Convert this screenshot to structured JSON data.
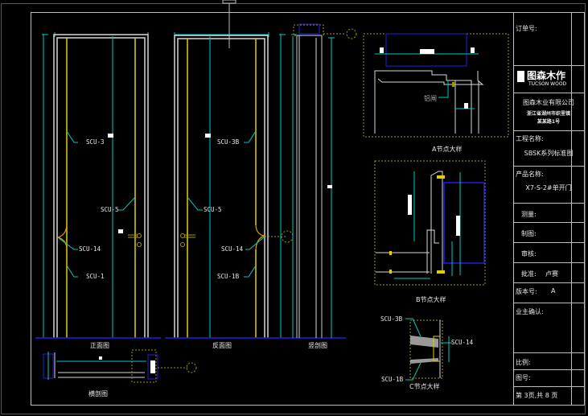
{
  "drawing": {
    "views": {
      "front": "正面图",
      "back": "反面图",
      "section_vertical": "竖剖图",
      "section_horizontal": "横剖图"
    },
    "details": {
      "a": "A节点大样",
      "b": "B节点大样",
      "c": "C节点大样",
      "a_note": "铝闸"
    },
    "front_tags": [
      "SCU-3",
      "SCU-5",
      "SCU-14",
      "SCU-1"
    ],
    "back_tags": [
      "SCU-3B",
      "SCU-5",
      "SCU-14",
      "SCU-1B"
    ],
    "c_tags": {
      "top": "SCU-3B",
      "bottom": "SCU-1B",
      "right": "SCU-14"
    },
    "colors": {
      "cyan": "#00c8c8",
      "yellow": "#e0d000",
      "blue": "#2020e0",
      "white": "#d8d8d8",
      "olive": "#a09a00"
    }
  },
  "title_block": {
    "order_no_label": "订单号:",
    "logo_cn": "图森木作",
    "logo_en": "TUCSON WOOD",
    "company": "图森木业有限公司",
    "address_line1": "浙江省湖州市织里镇",
    "address_line2": "某某路1号",
    "project_label": "工程名称:",
    "project_value": "SBSK系列标准图",
    "product_label": "产品名称:",
    "product_value": "X7-S-2#单开门",
    "measure_label": "测量:",
    "draw_label": "制图:",
    "review_label": "审核:",
    "approve_label": "批准:",
    "approve_value": "卢赛",
    "version_label": "版本号:",
    "version_value": "A",
    "owner_label": "业主确认:",
    "scale_label": "比例:",
    "drawing_no_label": "图号:",
    "page_text": "第 3页,共 8 页"
  }
}
